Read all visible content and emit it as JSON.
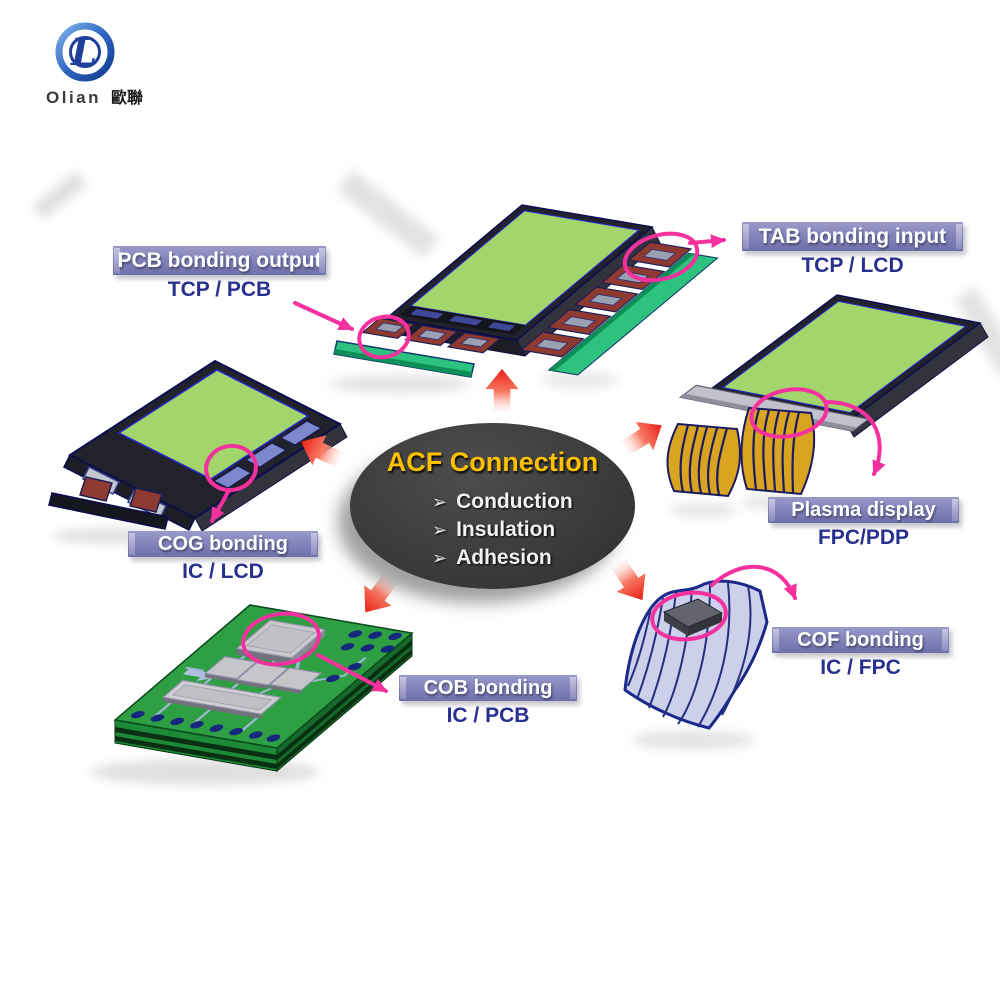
{
  "logo": {
    "brand": "Olian",
    "brand_cjk": "歐聯",
    "monogram": "L"
  },
  "center": {
    "title": "ACF Connection",
    "bullet_glyph": "➢",
    "bullets": [
      "Conduction",
      "Insulation",
      "Adhesion"
    ]
  },
  "labels": {
    "pcb_output": {
      "title": "PCB bonding output",
      "subtitle": "TCP / PCB"
    },
    "tab_input": {
      "title": "TAB bonding input",
      "subtitle": "TCP / LCD"
    },
    "plasma": {
      "title": "Plasma display",
      "subtitle": "FPC/PDP"
    },
    "cog": {
      "title": "COG bonding",
      "subtitle": "IC / LCD"
    },
    "cob": {
      "title": "COB bonding",
      "subtitle": "IC / PCB"
    },
    "cof": {
      "title": "COF bonding",
      "subtitle": "IC / FPC"
    }
  },
  "colors": {
    "label_bar": "#8080ba",
    "label_text": "#ffffff",
    "subtitle_navy": "#28308f",
    "ellipse_bg": "#3a3a3a",
    "ellipse_title": "#ffc000",
    "ellipse_text": "#f2f2f2",
    "accent_pink": "#f4319e",
    "arrow_red": "#e8241c",
    "panel_green": "#a2d56c",
    "pcb_green": "#2f9f43",
    "strip_green": "#2ec27f",
    "chip_red": "#8e3a31",
    "ribbon_gold": "#d9a520",
    "film_lavender": "#ccd0ea",
    "navy": "#16277e",
    "chip_gray": "#c9c9cd"
  }
}
